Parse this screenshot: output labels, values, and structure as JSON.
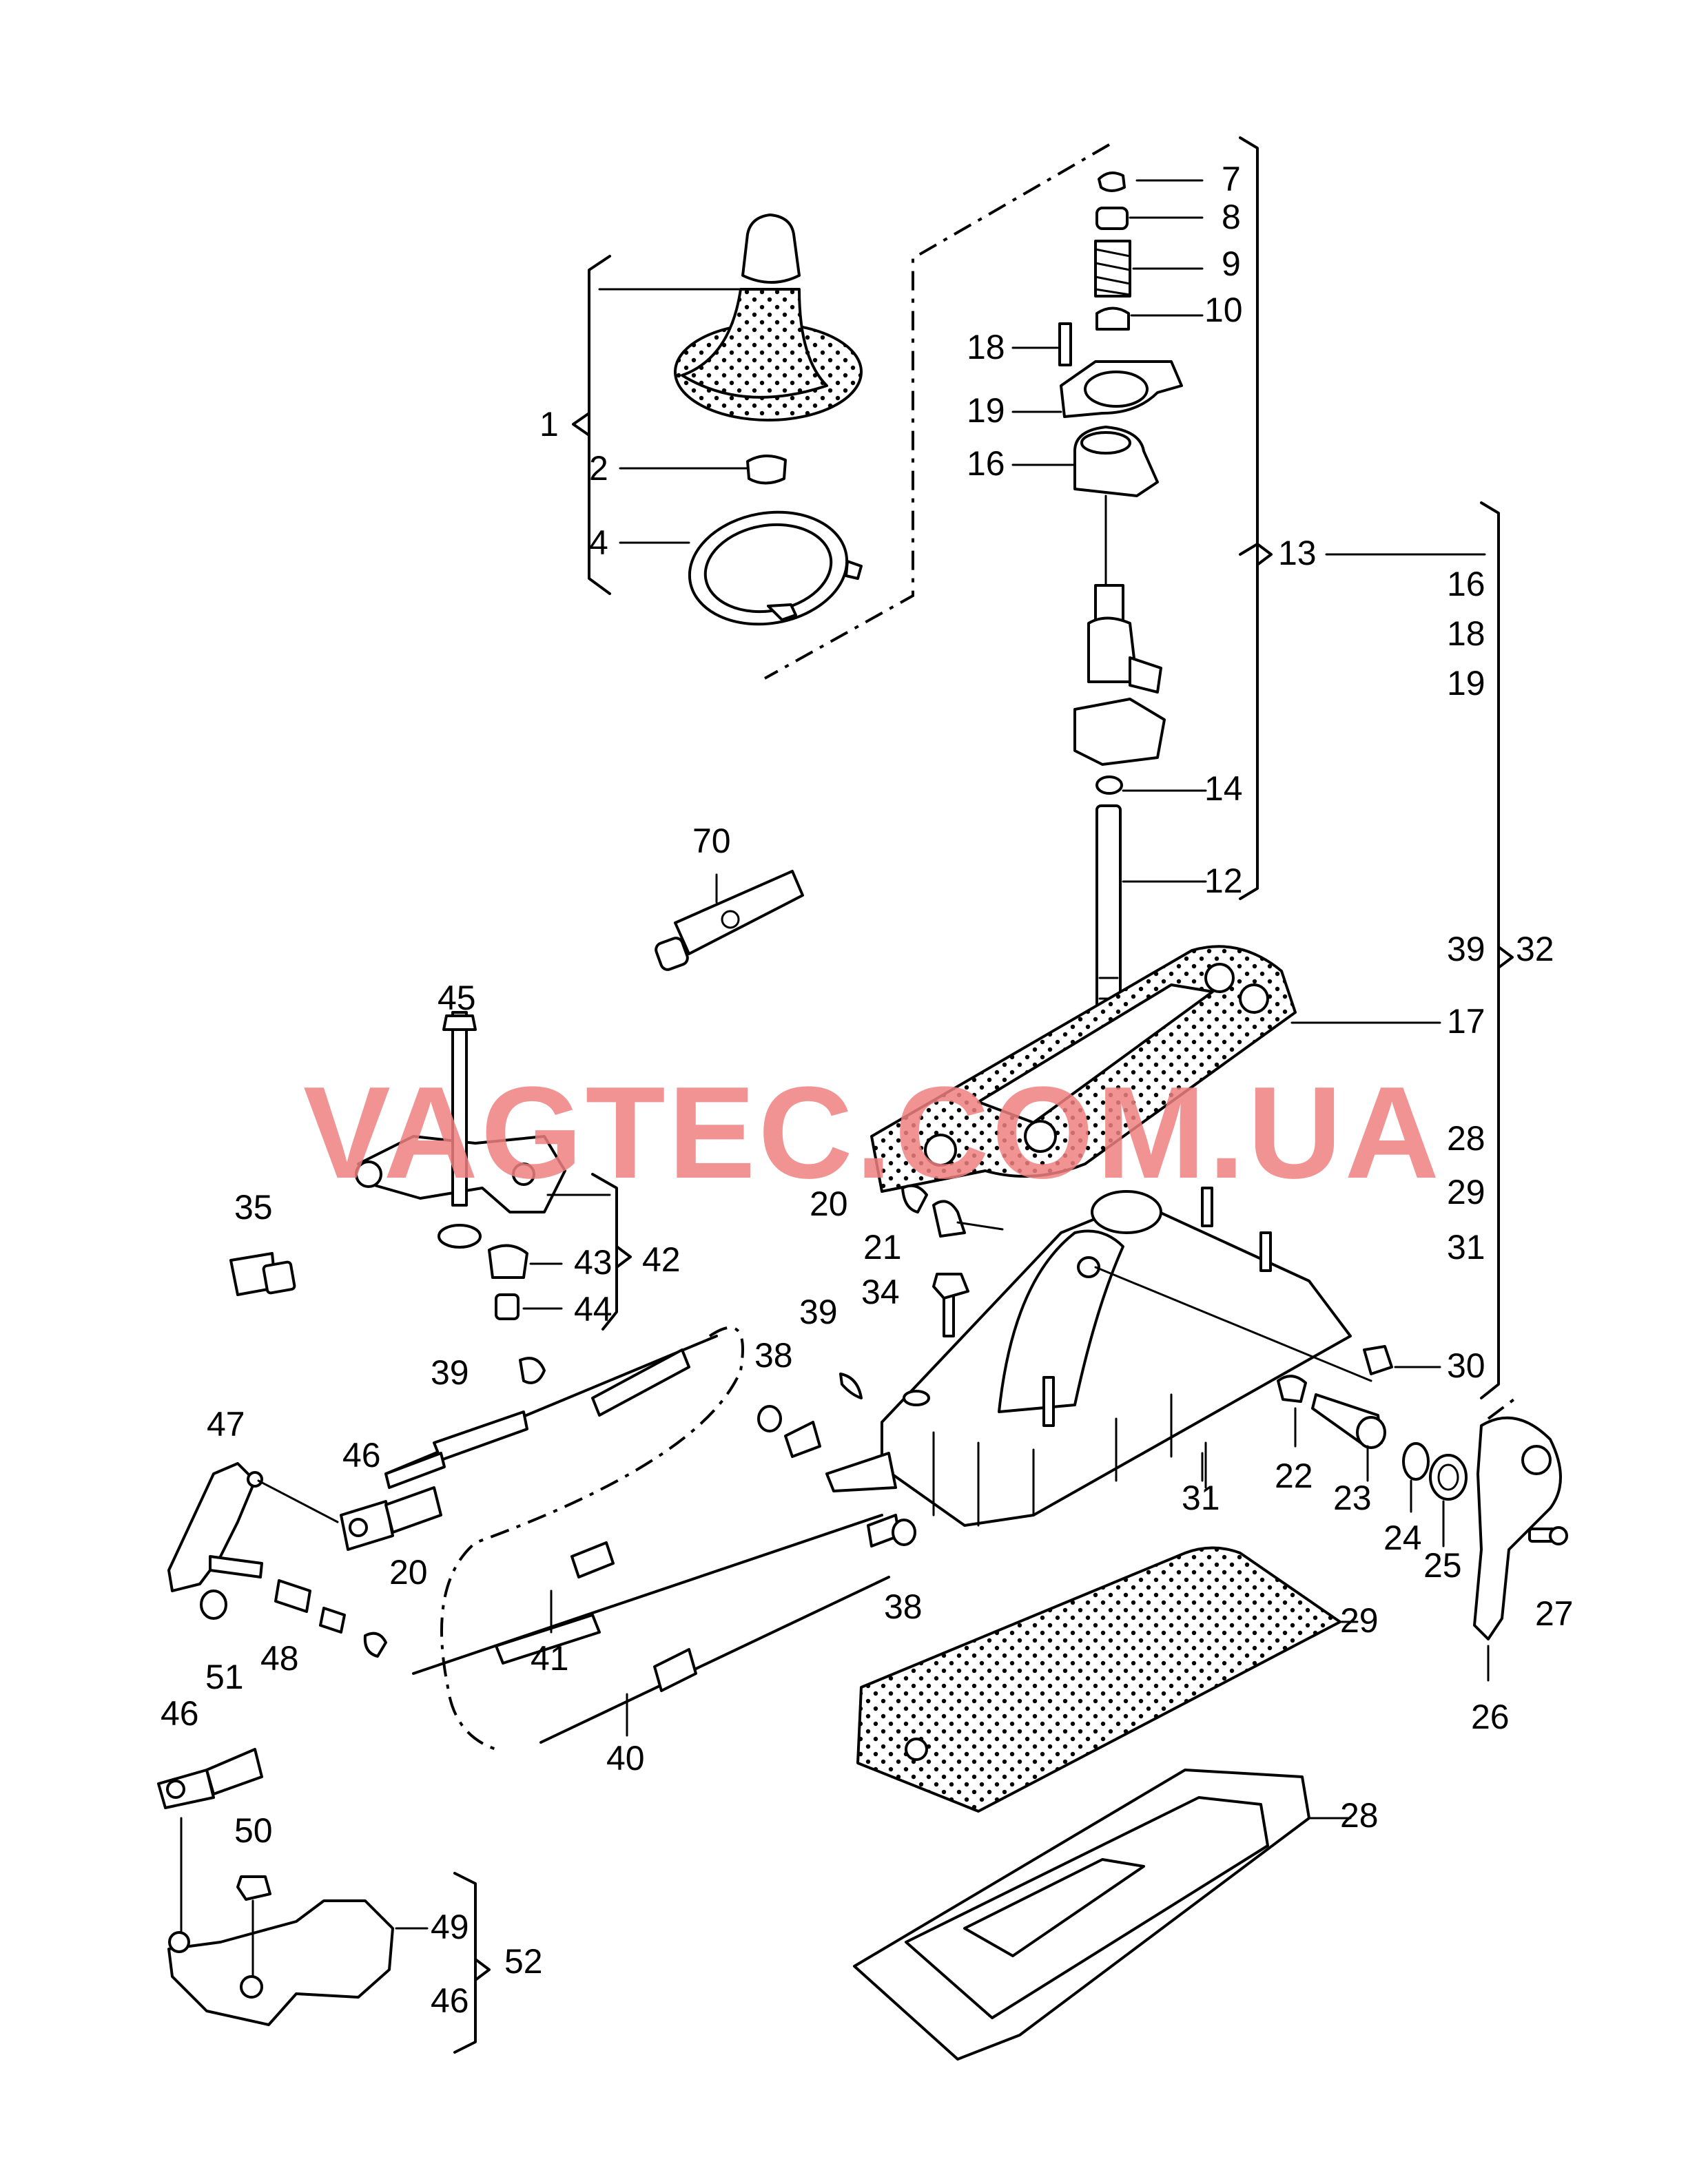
{
  "watermark": "VAGTEC.COM.UA",
  "labels": {
    "l1": "1",
    "l2": "2",
    "l4": "4",
    "l7": "7",
    "l8": "8",
    "l9": "9",
    "l10": "10",
    "l18a": "18",
    "l19a": "19",
    "l16a": "16",
    "l13": "13",
    "l16b": "16",
    "l18b": "18",
    "l19b": "19",
    "l14": "14",
    "l12": "12",
    "l70": "70",
    "l39a": "39",
    "l32": "32",
    "l17": "17",
    "l28a": "28",
    "l29a": "29",
    "l31a": "31",
    "l30": "30",
    "l45": "45",
    "l42": "42",
    "l43": "43",
    "l44": "44",
    "l35": "35",
    "l20a": "20",
    "l21": "21",
    "l34": "34",
    "l39b": "39",
    "l38a": "38",
    "l39c": "39",
    "l47": "47",
    "l46a": "46",
    "l22": "22",
    "l23": "23",
    "l31b": "31",
    "l24": "24",
    "l25": "25",
    "l27": "27",
    "l26": "26",
    "l20b": "20",
    "l48": "48",
    "l51": "51",
    "l41": "41",
    "l38b": "38",
    "l29b": "29",
    "l40": "40",
    "l46b": "46",
    "l28b": "28",
    "l50": "50",
    "l49": "49",
    "l52": "52",
    "l46c": "46"
  }
}
